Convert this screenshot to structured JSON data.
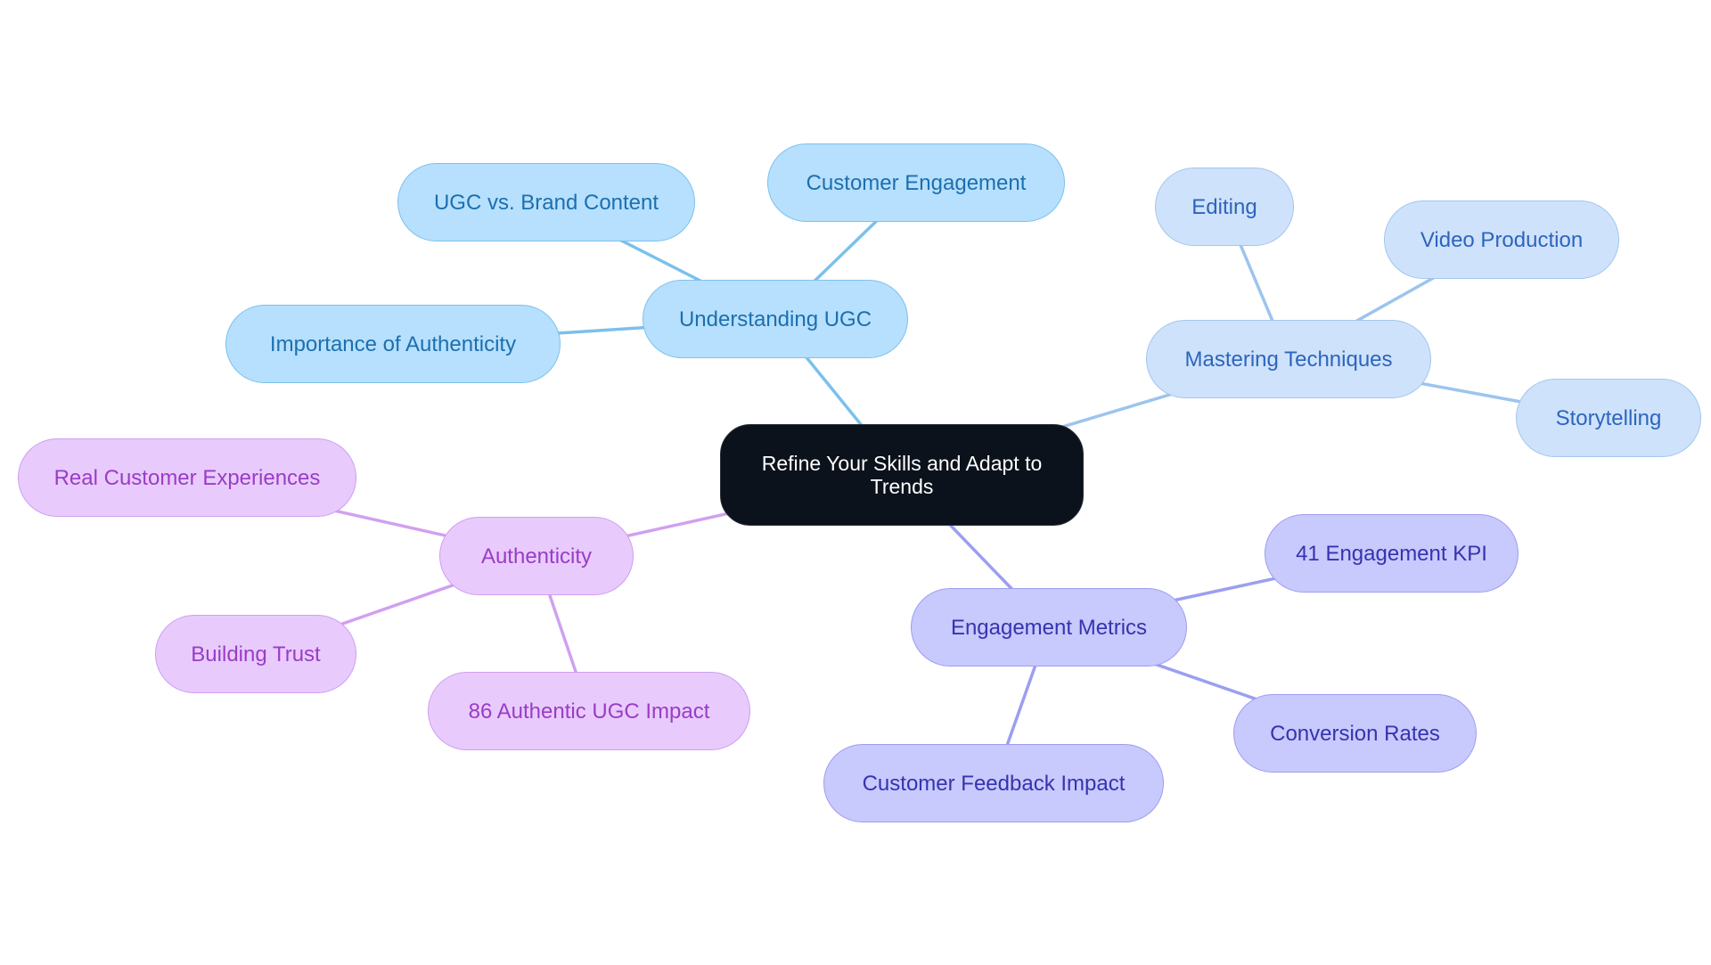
{
  "root": {
    "label": "Refine Your Skills and Adapt to Trends",
    "fill": "#0b121c",
    "border": "#2b2f36",
    "text": "#ffffff"
  },
  "branches": [
    {
      "id": "understanding-ugc",
      "label": "Understanding UGC",
      "colors": {
        "fill": "#b6e0fd",
        "border": "#7dc1ec",
        "text": "#1d6fae",
        "edge": "#7cc0ec"
      },
      "children": [
        {
          "id": "ugc-vs-brand-content",
          "label": "UGC vs. Brand Content"
        },
        {
          "id": "customer-engagement",
          "label": "Customer Engagement"
        },
        {
          "id": "importance-of-authenticity",
          "label": "Importance of Authenticity"
        }
      ]
    },
    {
      "id": "mastering-techniques",
      "label": "Mastering Techniques",
      "colors": {
        "fill": "#cfe2fb",
        "border": "#a3c6ef",
        "text": "#2c65bd",
        "edge": "#9cc4ee"
      },
      "children": [
        {
          "id": "editing",
          "label": "Editing"
        },
        {
          "id": "video-production",
          "label": "Video Production"
        },
        {
          "id": "storytelling",
          "label": "Storytelling"
        }
      ]
    },
    {
      "id": "authenticity",
      "label": "Authenticity",
      "colors": {
        "fill": "#e8cbfc",
        "border": "#ce9ef0",
        "text": "#9a3cc7",
        "edge": "#d0a0f0"
      },
      "children": [
        {
          "id": "real-customer-experiences",
          "label": "Real Customer Experiences"
        },
        {
          "id": "building-trust",
          "label": "Building Trust"
        },
        {
          "id": "86-authentic-ugc-impact",
          "label": "86 Authentic UGC Impact"
        }
      ]
    },
    {
      "id": "engagement-metrics",
      "label": "Engagement Metrics",
      "colors": {
        "fill": "#c8c9fc",
        "border": "#9d9ef0",
        "text": "#3533b0",
        "edge": "#9c9ef0"
      },
      "children": [
        {
          "id": "41-engagement-kpi",
          "label": "41 Engagement KPI"
        },
        {
          "id": "conversion-rates",
          "label": "Conversion Rates"
        },
        {
          "id": "customer-feedback-impact",
          "label": "Customer Feedback Impact"
        }
      ]
    }
  ]
}
